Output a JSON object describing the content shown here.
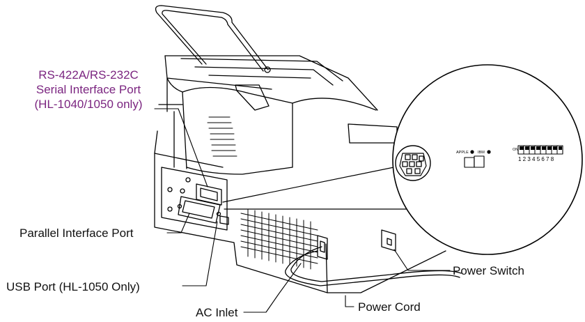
{
  "labels": {
    "serial_port": [
      "RS-422A/RS-232C",
      "Serial Interface Port",
      "(HL-1040/1050 only)"
    ],
    "parallel_port": "Parallel Interface Port",
    "usb_port": "USB Port (HL-1050 Only)",
    "ac_inlet": "AC Inlet",
    "power_cord": "Power Cord",
    "power_switch": "Power Switch"
  },
  "callout": {
    "switch_left": "APPLE",
    "switch_right": "IBM",
    "dip_on": "ON",
    "dip_numbers": "1 2 3 4 5 6 7 8"
  },
  "colors": {
    "serial_label": "#7b2580",
    "line": "#000000"
  }
}
